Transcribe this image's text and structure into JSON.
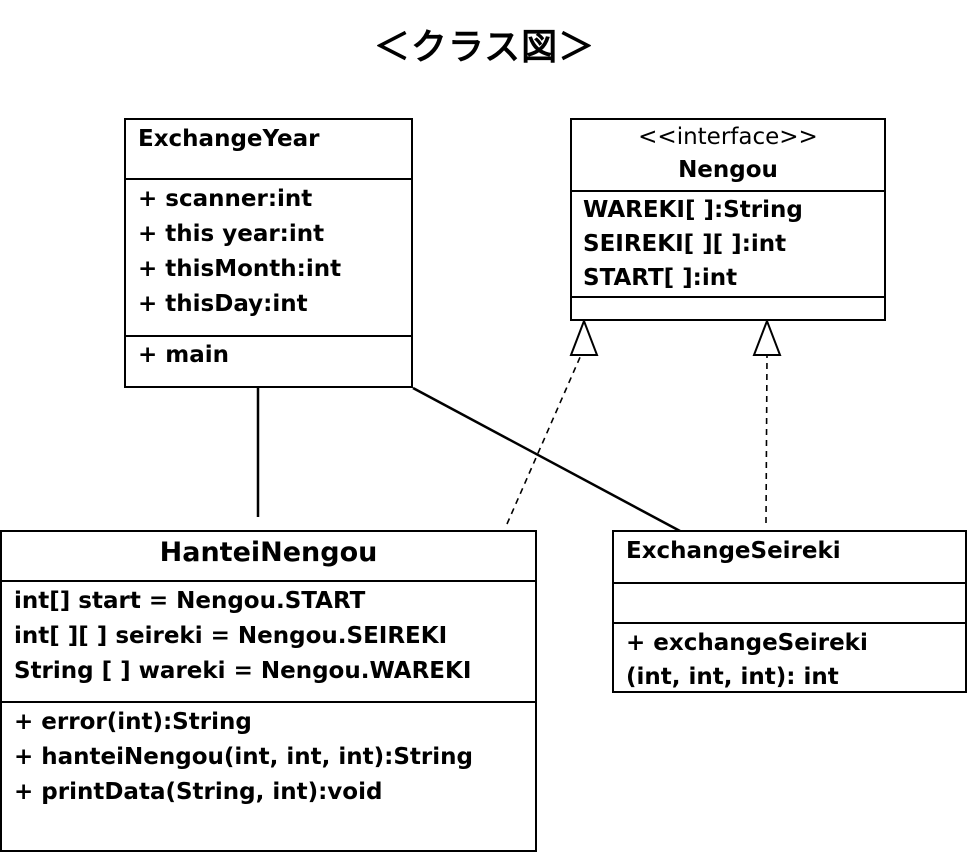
{
  "title": "＜クラス図＞",
  "classes": {
    "exchange_year": {
      "name": "ExchangeYear",
      "attributes": [
        "+ scanner:int",
        "+ this year:int",
        "+ thisMonth:int",
        "+ thisDay:int"
      ],
      "operations": [
        "+ main"
      ]
    },
    "nengou": {
      "stereotype": "<<interface>>",
      "name": "Nengou",
      "attributes": [
        "WAREKI[ ]:String",
        "SEIREKI[ ][ ]:int",
        "START[ ]:int"
      ]
    },
    "hantei_nengou": {
      "name": "HanteiNengou",
      "attributes": [
        "int[] start = Nengou.START",
        "int[ ][ ] seireki = Nengou.SEIREKI",
        "String [ ] wareki = Nengou.WAREKI"
      ],
      "operations": [
        "+ error(int):String",
        "+ hanteiNengou(int, int, int):String",
        "+ printData(String, int):void"
      ]
    },
    "exchange_seireki": {
      "name": "ExchangeSeireki",
      "operations": [
        "+ exchangeSeireki",
        "(int, int, int): int"
      ]
    }
  }
}
